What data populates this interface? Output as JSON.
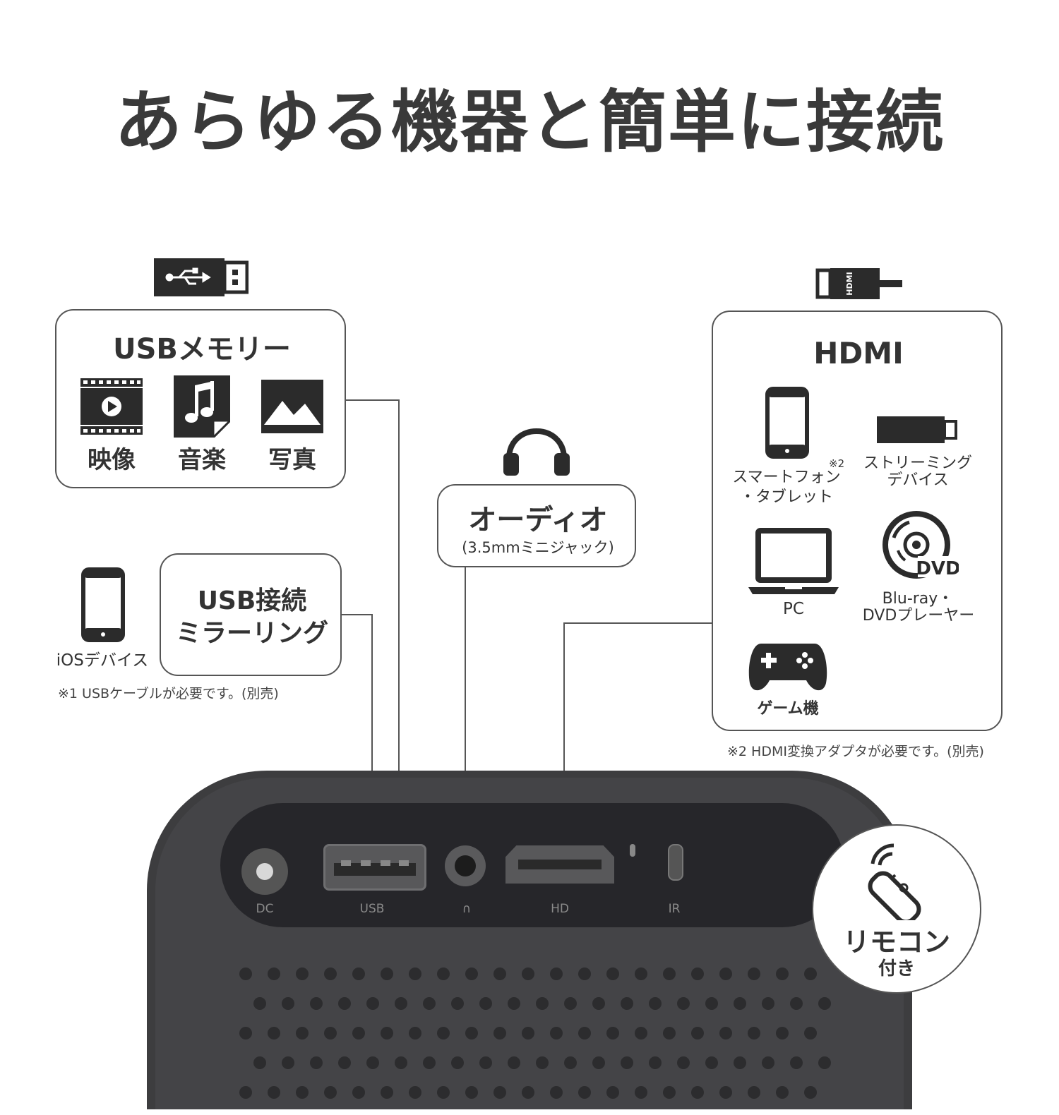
{
  "title": "あらゆる機器と簡単に接続",
  "usb_memory": {
    "heading": "USBメモリー",
    "items": [
      {
        "icon": "film-play-icon",
        "label": "映像"
      },
      {
        "icon": "music-note-icon",
        "label": "音楽"
      },
      {
        "icon": "photo-mountain-icon",
        "label": "写真"
      }
    ],
    "connector_icon": "usb-connector-icon"
  },
  "usb_mirroring": {
    "heading_line1": "USB接続",
    "heading_line2": "ミラーリング",
    "device_label": "iOSデバイス",
    "note": "※1 USBケーブルが必要です。(別売)"
  },
  "audio": {
    "heading": "オーディオ",
    "sub": "(3.5mmミニジャック)",
    "icon": "headphones-icon"
  },
  "hdmi": {
    "heading": "HDMI",
    "connector_icon": "hdmi-connector-icon",
    "items": [
      {
        "icon": "smartphone-icon",
        "label_line1": "スマートフォン",
        "label_line2": "・タブレット",
        "mark": "※2"
      },
      {
        "icon": "streaming-stick-icon",
        "label_line1": "ストリーミング",
        "label_line2": "デバイス"
      },
      {
        "icon": "laptop-icon",
        "label_line1": "PC"
      },
      {
        "icon": "dvd-disc-icon",
        "label_line1": "Blu-ray・",
        "label_line2": "DVDプレーヤー",
        "disc_text": "DVD"
      },
      {
        "icon": "gamepad-icon",
        "label_line1": "ゲーム機"
      }
    ],
    "note": "※2 HDMI変換アダプタが必要です。(別売)",
    "connector_text": "HDMI"
  },
  "device_ports": [
    "DC",
    "USB",
    "∩",
    "HD",
    "IR"
  ],
  "remote": {
    "line1": "リモコン",
    "line2": "付き",
    "icon": "remote-control-icon"
  },
  "colors": {
    "text": "#333333",
    "device_body": "#3d3d3f",
    "panel": "#2a2a2c",
    "port": "#6a6a6a"
  }
}
